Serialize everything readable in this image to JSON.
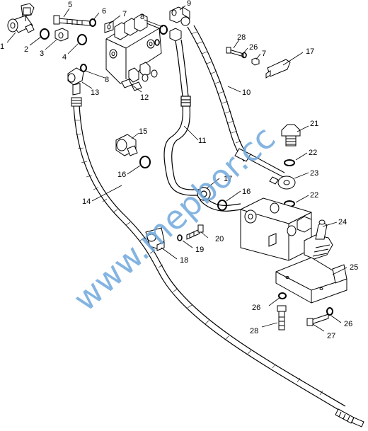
{
  "callouts": {
    "c1": "1",
    "c2": "2",
    "c3": "3",
    "c4": "4",
    "c5": "5",
    "c6": "6",
    "c7a": "7",
    "c7b": "7",
    "c8a": "8",
    "c8b": "8",
    "c9": "9",
    "c10": "10",
    "c11": "11",
    "c12": "12",
    "c13": "13",
    "c14": "14",
    "c15": "15",
    "c16a": "16",
    "c16b": "16",
    "c17a": "17",
    "c17b": "17",
    "c18": "18",
    "c19": "19",
    "c20": "20",
    "c21": "21",
    "c22a": "22",
    "c22b": "22",
    "c23": "23",
    "c24": "24",
    "c25": "25",
    "c26a": "26",
    "c26b": "26",
    "c26c": "26",
    "c27": "27",
    "c28a": "28",
    "c28b": "28"
  },
  "watermark": "www.mepbor.cc"
}
